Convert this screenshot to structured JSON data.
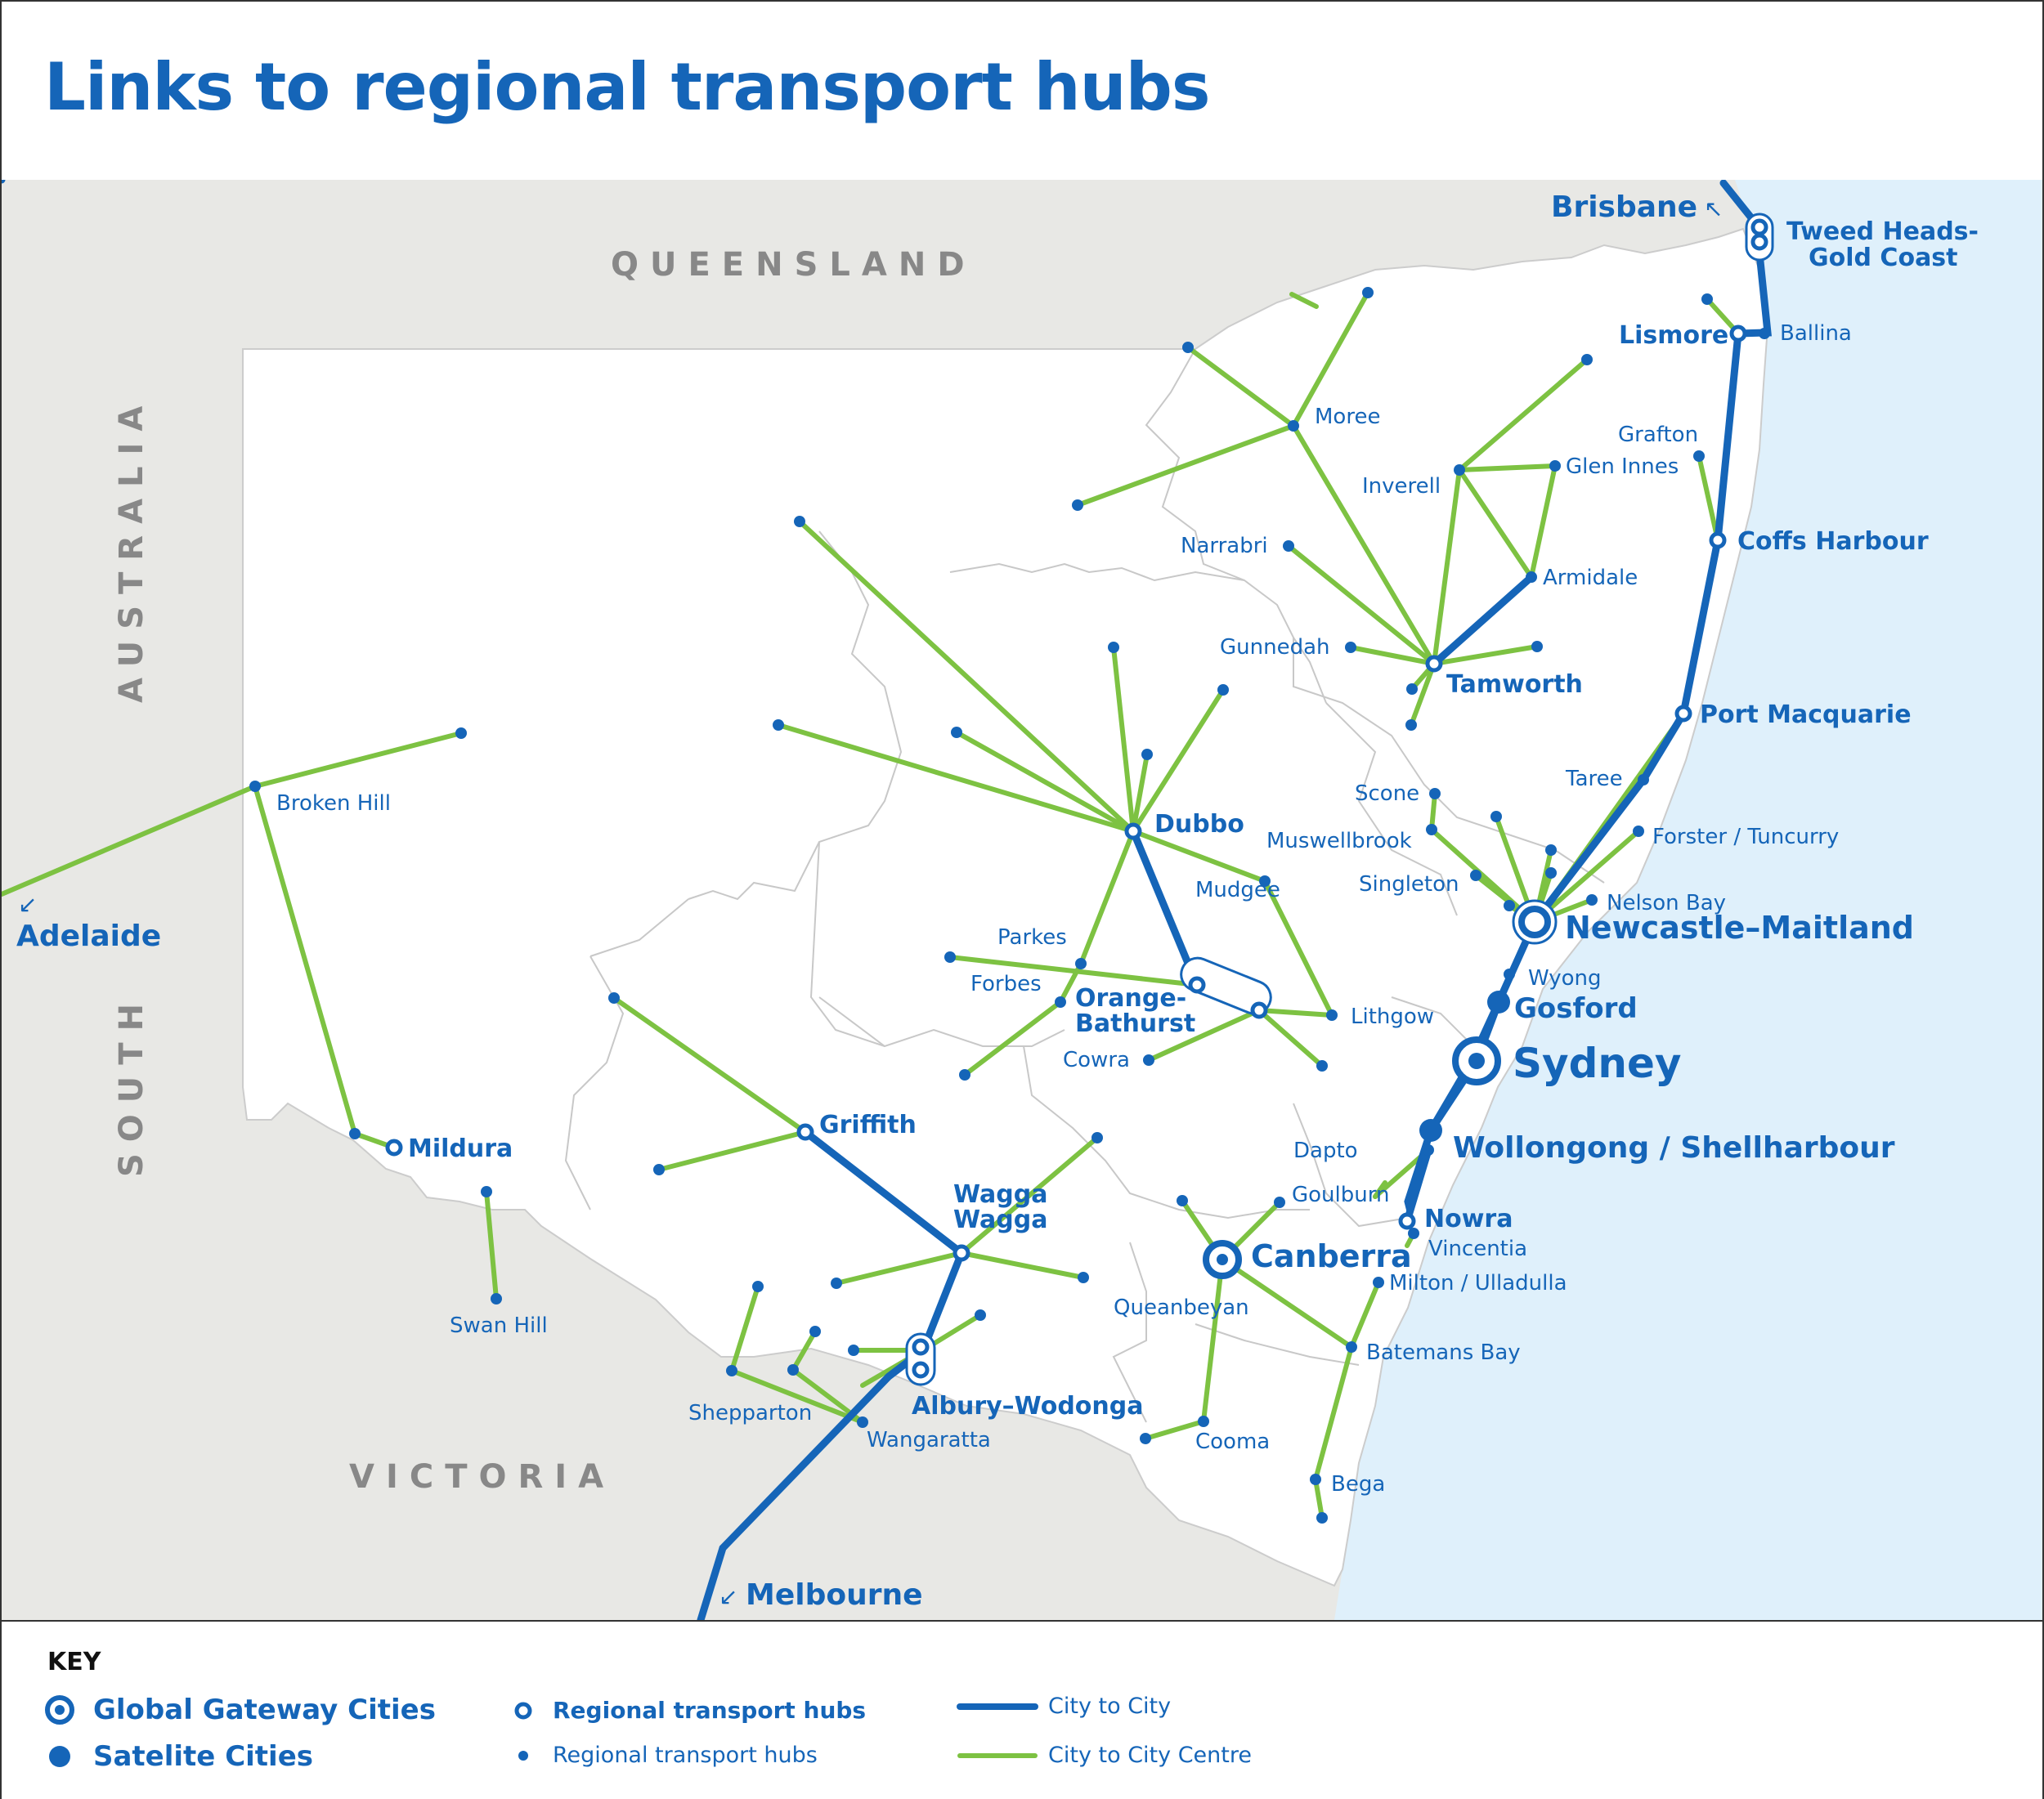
{
  "title": "Links to regional transport hubs",
  "colors": {
    "city_to_city": "#1565b8",
    "city_to_city_centre": "#7dc242",
    "land": "#e8e8e5",
    "sea": "#dff0fb",
    "nsw": "#ffffff"
  },
  "state_labels": {
    "queensland": "QUEENSLAND",
    "south_australia_1": "AUSTRALIA",
    "south_australia_2": "SOUTH",
    "victoria": "VICTORIA"
  },
  "gateway_cities": {
    "sydney": "Sydney",
    "canberra": "Canberra",
    "newcastle": "Newcastle–Maitland"
  },
  "satellite_cities": {
    "gosford": "Gosford",
    "wollongong": "Wollongong / Shellharbour"
  },
  "regional_hubs_major": {
    "tweed": [
      "Tweed Heads-",
      "Gold Coast"
    ],
    "lismore": "Lismore",
    "coffs": "Coffs Harbour",
    "port_macquarie": "Port Macquarie",
    "tamworth": "Tamworth",
    "dubbo": "Dubbo",
    "orange": [
      "Orange-",
      "Bathurst"
    ],
    "griffith": "Griffith",
    "wagga": [
      "Wagga",
      "Wagga"
    ],
    "albury": "Albury–Wodonga",
    "mildura": "Mildura",
    "nowra": "Nowra"
  },
  "regional_hubs_minor": {
    "ballina": "Ballina",
    "grafton": "Grafton",
    "glen_innes": "Glen Innes",
    "inverell": "Inverell",
    "moree": "Moree",
    "narrabri": "Narrabri",
    "armidale": "Armidale",
    "gunnedah": "Gunnedah",
    "taree": "Taree",
    "forster": "Forster / Tuncurry",
    "scone": "Scone",
    "muswellbrook": "Muswellbrook",
    "singleton": "Singleton",
    "nelson_bay": "Nelson Bay",
    "wyong": "Wyong",
    "mudgee": "Mudgee",
    "parkes": "Parkes",
    "forbes": "Forbes",
    "cowra": "Cowra",
    "lithgow": "Lithgow",
    "broken_hill": "Broken Hill",
    "swan_hill": "Swan Hill",
    "shepparton": "Shepparton",
    "wangaratta": "Wangaratta",
    "goulburn": "Goulburn",
    "dapto": "Dapto",
    "vincentia": "Vincentia",
    "milton": "Milton / Ulladulla",
    "queanbeyan": "Queanbeyan",
    "batemans_bay": "Batemans Bay",
    "cooma": "Cooma",
    "bega": "Bega"
  },
  "external": {
    "brisbane": "Brisbane",
    "adelaide": "Adelaide",
    "melbourne": "Melbourne"
  },
  "key": {
    "title": "KEY",
    "gateway": "Global Gateway Cities",
    "satellite": "Satelite Cities",
    "hub_major": "Regional transport hubs",
    "hub_minor": "Regional transport hubs",
    "city_to_city": "City to City",
    "city_to_city_centre": "City to City Centre"
  }
}
